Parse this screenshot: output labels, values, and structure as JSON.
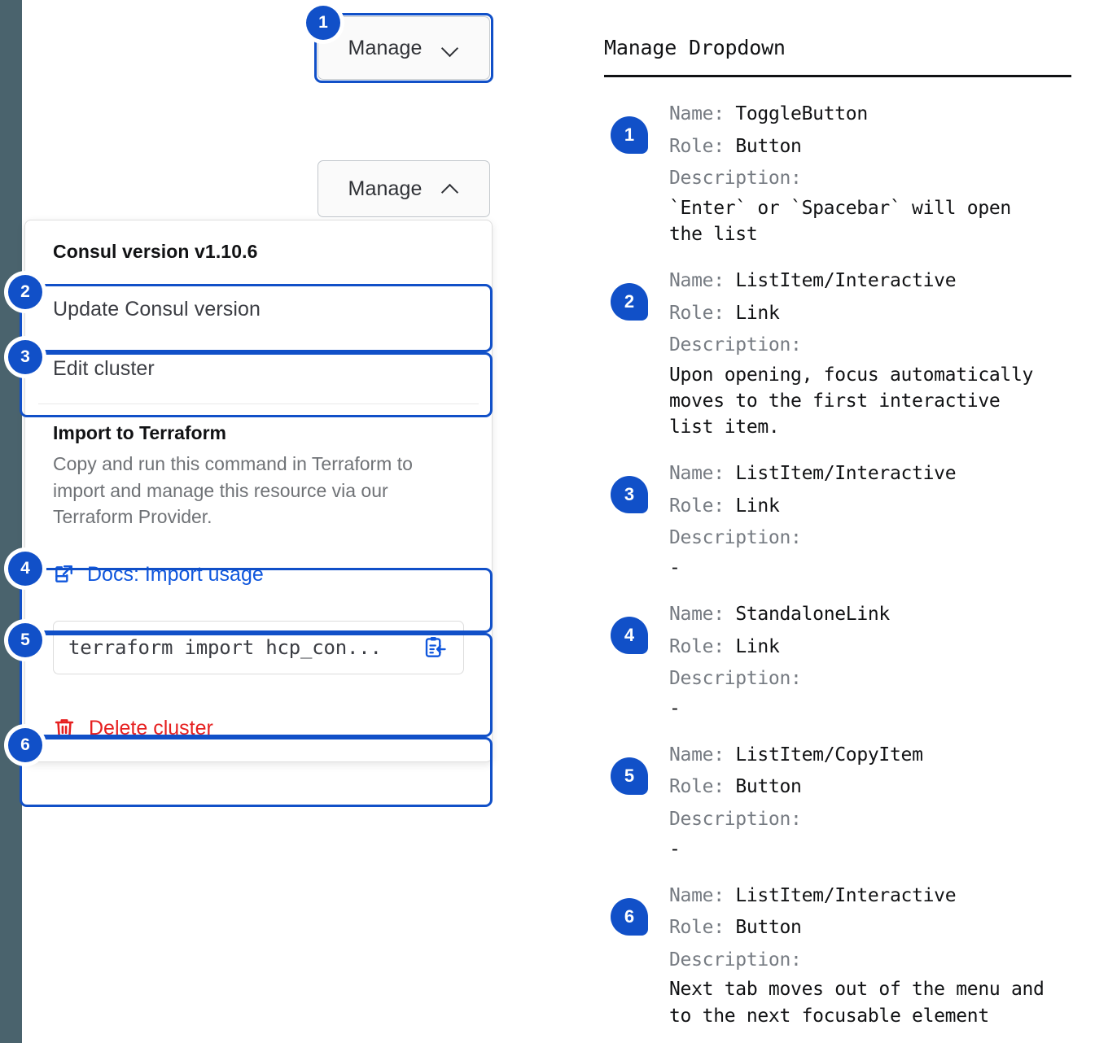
{
  "left_rail": {
    "color": "#4A636D"
  },
  "accent": {
    "annotation_blue": "#1150C8",
    "link_blue": "#1057DD",
    "danger_red": "#E62020"
  },
  "dropdown_trigger": {
    "collapsed_label": "Manage",
    "collapsed_icon": "chevron-down-icon",
    "expanded_label": "Manage",
    "expanded_icon": "chevron-up-icon"
  },
  "dropdown": {
    "heading": "Consul version v1.10.6",
    "update_item": "Update Consul version",
    "edit_item": "Edit cluster",
    "terraform_title": "Import to Terraform",
    "terraform_body": "Copy and run this command in Terraform to import and manage this resource via our Terraform Provider.",
    "docs_link": "Docs: Import usage",
    "docs_icon": "external-link-icon",
    "copy_command": "terraform import hcp_con...",
    "copy_icon": "clipboard-copy-icon",
    "delete_label": "Delete cluster",
    "delete_icon": "trash-icon"
  },
  "badges": [
    "1",
    "2",
    "3",
    "4",
    "5",
    "6"
  ],
  "legend": {
    "title": "Manage Dropdown",
    "labels": {
      "name": "Name:",
      "role": "Role:",
      "description": "Description:"
    },
    "items": [
      {
        "num": "1",
        "name": "ToggleButton",
        "role": "Button",
        "description": "`Enter` or `Spacebar` will open\nthe list"
      },
      {
        "num": "2",
        "name": "ListItem/Interactive",
        "role": "Link",
        "description": "Upon opening, focus automatically\nmoves to the first interactive\nlist item."
      },
      {
        "num": "3",
        "name": "ListItem/Interactive",
        "role": "Link",
        "description": "-"
      },
      {
        "num": "4",
        "name": "StandaloneLink",
        "role": "Link",
        "description": "-"
      },
      {
        "num": "5",
        "name": "ListItem/CopyItem",
        "role": "Button",
        "description": "-"
      },
      {
        "num": "6",
        "name": "ListItem/Interactive",
        "role": "Button",
        "description": "Next tab moves out of the menu and\nto the next focusable element"
      }
    ]
  }
}
